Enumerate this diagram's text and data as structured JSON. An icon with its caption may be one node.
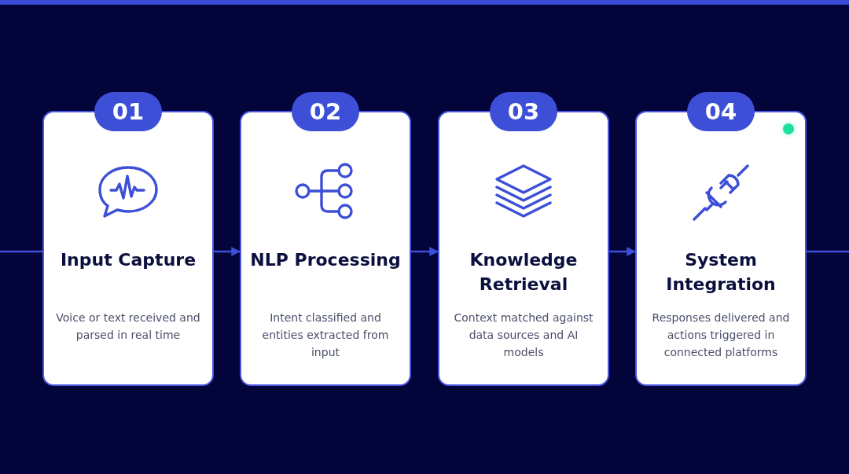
{
  "diagram": {
    "nodes": [
      {
        "text": [
          "01",
          "Input Capture",
          "Voice or text received and parsed in real time"
        ]
      },
      {
        "text": [
          "02",
          "NLP Processing",
          "Intent classified and entities extracted from input"
        ]
      },
      {
        "text": [
          "03",
          "Knowledge Retrieval",
          "Context matched against data sources and AI models"
        ]
      },
      {
        "text": [
          "04",
          "System Integration",
          "Responses delivered and actions triggered in connected platforms"
        ]
      }
    ],
    "edges": [
      {
        "from": null,
        "to": 0,
        "arrow": "none"
      },
      {
        "from": 0,
        "to": 1,
        "arrow": "to"
      },
      {
        "from": 1,
        "to": 2,
        "arrow": "to"
      },
      {
        "from": 2,
        "to": 3,
        "arrow": "to"
      },
      {
        "from": 3,
        "to": null,
        "arrow": "none"
      }
    ]
  }
}
